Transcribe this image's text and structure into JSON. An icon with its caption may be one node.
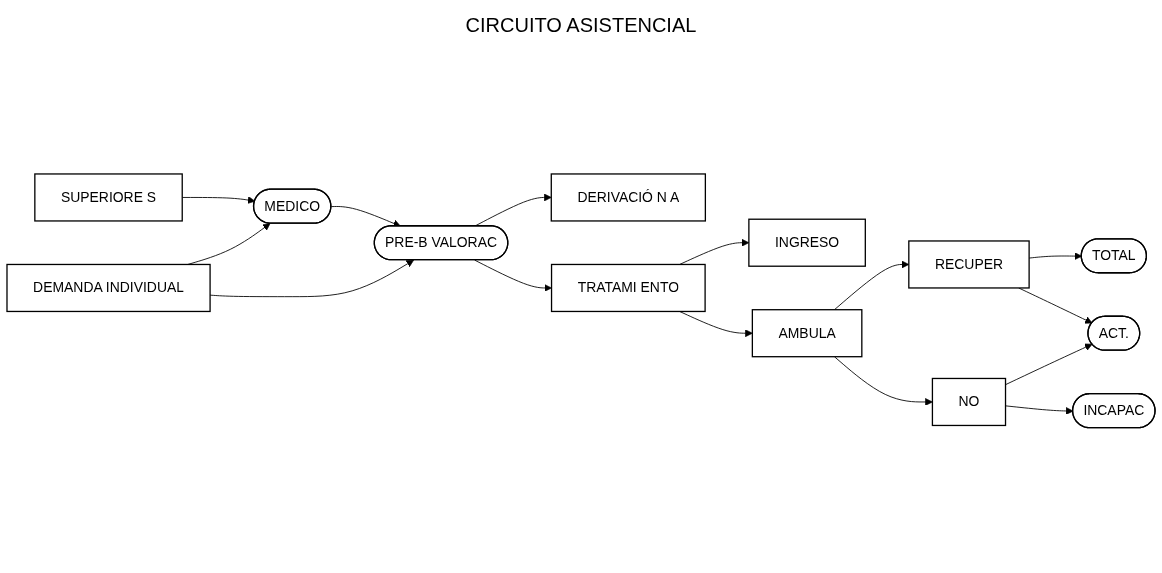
{
  "diagram": {
    "title": "CIRCUITO ASISTENCIAL",
    "nodes": [
      {
        "text": [
          "SUPERIORE S"
        ]
      },
      {
        "text": [
          "MEDICO"
        ]
      },
      {
        "text": [
          "DEMANDA INDIVIDUAL"
        ]
      },
      {
        "text": [
          "PRE-B VALORAC"
        ]
      },
      {
        "text": [
          "DERIVACIÓ N A"
        ]
      },
      {
        "text": [
          "TRATAMI ENTO"
        ]
      },
      {
        "text": [
          "INGRESO"
        ]
      },
      {
        "text": [
          "AMBULA"
        ]
      },
      {
        "text": [
          "RECUPER"
        ]
      },
      {
        "text": [
          "NO"
        ]
      },
      {
        "text": [
          "TOTAL"
        ]
      },
      {
        "text": [
          "ACT."
        ]
      },
      {
        "text": [
          "INCAPAC"
        ]
      }
    ],
    "edges": [
      {
        "from": 0,
        "to": 1,
        "arrow": "to"
      },
      {
        "from": 2,
        "to": 1,
        "arrow": "to"
      },
      {
        "from": 1,
        "to": 3,
        "arrow": "to"
      },
      {
        "from": 2,
        "to": 3,
        "arrow": "to"
      },
      {
        "from": 3,
        "to": 4,
        "arrow": "to"
      },
      {
        "from": 3,
        "to": 5,
        "arrow": "to"
      },
      {
        "from": 5,
        "to": 6,
        "arrow": "to"
      },
      {
        "from": 5,
        "to": 7,
        "arrow": "to"
      },
      {
        "from": 7,
        "to": 8,
        "arrow": "to"
      },
      {
        "from": 7,
        "to": 9,
        "arrow": "to"
      },
      {
        "from": 8,
        "to": 10,
        "arrow": "to"
      },
      {
        "from": 8,
        "to": 11,
        "arrow": "to"
      },
      {
        "from": 9,
        "to": 11,
        "arrow": "to"
      },
      {
        "from": 9,
        "to": 12,
        "arrow": "to"
      }
    ]
  }
}
